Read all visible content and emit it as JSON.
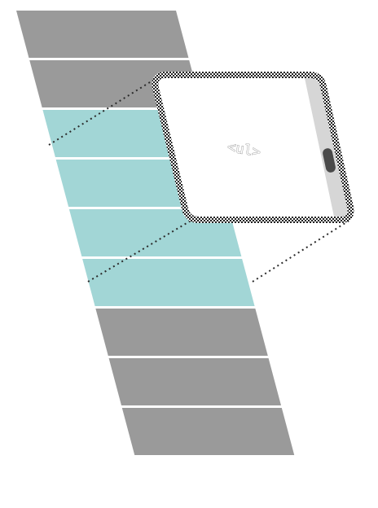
{
  "diagram": {
    "viewport_tag": "<ul>",
    "colors": {
      "inactive_row": "#9a9a9a",
      "active_row": "#a2d6d6",
      "separator": "#ffffff",
      "device_frame": "#1e1e1e",
      "device_screen": "#ffffff",
      "scrollbar_track": "#d6d6d6",
      "scrollbar_thumb": "#4a4a4a",
      "projection_line": "#2a2a2a"
    },
    "rows": [
      {
        "state": "inactive"
      },
      {
        "state": "inactive"
      },
      {
        "state": "active"
      },
      {
        "state": "active"
      },
      {
        "state": "active"
      },
      {
        "state": "active"
      },
      {
        "state": "inactive"
      },
      {
        "state": "inactive"
      },
      {
        "state": "inactive"
      }
    ],
    "icons": {
      "viewport": "phone-frame-icon",
      "scrollbar": "scrollbar-icon"
    }
  }
}
